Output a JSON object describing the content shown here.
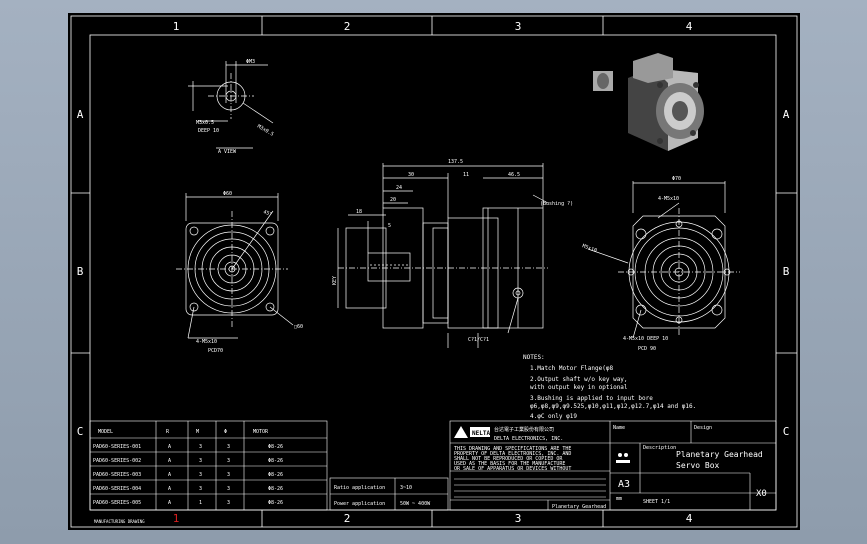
{
  "drawing": {
    "column_labels": [
      "1",
      "2",
      "3",
      "4"
    ],
    "row_labels": [
      "A",
      "B",
      "C"
    ],
    "red_marker": "1",
    "colors": {
      "paper": "#000000",
      "line": "#ffffff",
      "accent": "#d81e1e",
      "viewport": "#98a6b6"
    },
    "notes": {
      "title": "NOTES:",
      "lines": [
        "1.Match Motor Flange(φ8",
        "2.Output shaft w/o key way,",
        "   with output key in optional",
        "3.Bushing is applied to input bore",
        "   φ6,φ8,φ9,φ9.525,φ10,φ11,φ12,φ12.7,φ14 and φ16.",
        "4.φC only φ19"
      ]
    },
    "dimension_labels": {
      "top_view_1": "ΦM3",
      "top_view_2": "M3x0.5",
      "top_view_3": "M3x0.5",
      "top_view_4": "DEEP 10",
      "left_top": "Φ60",
      "left_angle": "45°",
      "left_square": "□60",
      "left_bolt": "4-M5x10",
      "left_pcd": "PCD70",
      "mid_overall": "137.5",
      "mid_1": "30",
      "mid_2": "11",
      "mid_3": "46.5",
      "mid_4": "24",
      "mid_5": "20",
      "mid_6": "18",
      "mid_7": "5",
      "mid_key": "KEY",
      "mid_bushing": "(Bushing ?)",
      "mid_bottom": "C?1/C?1",
      "right_top": "Φ70",
      "right_bolt": "4-M5x10",
      "right_thread": "M5x10",
      "right_bottom": "4-M5x10 DEEP 10",
      "right_pcd": "PCD 90",
      "view_label": "A VIEW"
    },
    "model_table": {
      "headers": [
        "MODEL",
        "R",
        "M",
        "Φ",
        "MOTOR"
      ],
      "rows": [
        [
          "PAD60-SERIES-001",
          "A",
          "3",
          "3",
          "Φ8-26"
        ],
        [
          "PAD60-SERIES-002",
          "A",
          "3",
          "3",
          "Φ8-26"
        ],
        [
          "PAD60-SERIES-003",
          "A",
          "3",
          "3",
          "Φ8-26"
        ],
        [
          "PAD60-SERIES-004",
          "A",
          "3",
          "3",
          "Φ8-26"
        ],
        [
          "PAD60-SERIES-005",
          "A",
          "1",
          "3",
          "Φ8-26"
        ]
      ]
    },
    "ratio_table": {
      "rows": [
        [
          "Ratio application",
          "3~10"
        ],
        [
          "Power application",
          "50W ~ 400W"
        ]
      ]
    },
    "company": {
      "name": "台达電子工業股份有限公司",
      "name_en": "DELTA ELECTRONICS, INC."
    },
    "legal_lines": [
      "THIS DRAWING AND SPECIFICATIONS ARE THE",
      "PROPERTY OF DELTA ELECTRONICS, INC. AND",
      "SHALL NOT BE REPRODUCED OR COPIED OR",
      "USED AS THE BASIS FOR THE MANUFACTURE",
      "OR SALE OF APPARATUS OR DEVICES WITHOUT"
    ],
    "title_block": {
      "name_label": "Name",
      "design_label": "Design",
      "description_label": "Description",
      "title_line1": "Planetary Gearhead",
      "title_line2": "Servo Box",
      "size": "A3",
      "unit": "mm",
      "scale": "X0",
      "drawing_no": "Planetary Gearhead",
      "sheet": "SHEET 1/1"
    },
    "footer_stamp": "MANUFACTURING DRAWING"
  }
}
